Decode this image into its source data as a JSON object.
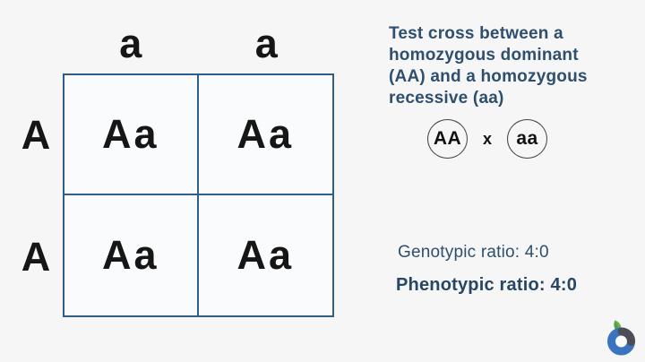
{
  "page": {
    "background": "#f6f6f7"
  },
  "colors": {
    "grid_line": "#2f5e88",
    "cell_background": "#fafbfc",
    "note_text": "#2f4f6e",
    "genetic_letters": "#161616",
    "circle_stroke": "#43434b",
    "logo_blue": "#3a74c0",
    "logo_green": "#6ab04c",
    "logo_dark": "#4d4d57"
  },
  "punnett": {
    "col_headers": [
      "a",
      "a"
    ],
    "row_headers": [
      "A",
      "A"
    ],
    "cells": [
      "Aa",
      "Aa",
      "Aa",
      "Aa"
    ]
  },
  "note": {
    "lines": [
      "Test cross between a",
      "homozygous dominant",
      "(AA) and a homozygous",
      "recessive (aa)"
    ]
  },
  "cross": {
    "parent1": "AA",
    "operator": "x",
    "parent2": "aa"
  },
  "ratios": {
    "genotypic": "Genotypic ratio: 4:0",
    "phenotypic": "Phenotypic ratio: 4:0"
  },
  "icons": {
    "logo": "leaf-swirl-b-logo"
  }
}
